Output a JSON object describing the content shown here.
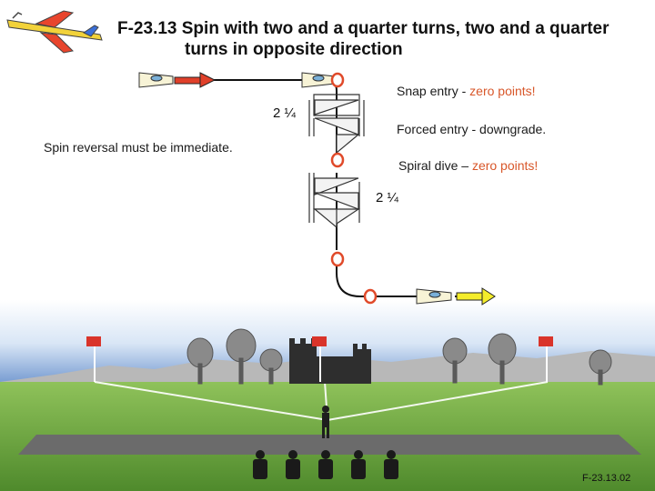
{
  "title": {
    "line1": "F-23.13 Spin with two and a quarter turns, two and a quarter",
    "line2": "turns in opposite direction"
  },
  "notes": {
    "snap_prefix": "Snap entry - ",
    "snap_suffix": "zero points!",
    "forced": "Forced entry - downgrade.",
    "spiral_prefix": "Spiral dive – ",
    "spiral_suffix": "zero points!",
    "reversal": "Spin reversal must be immediate."
  },
  "turns": {
    "first": "2 ¼",
    "second": "2 ¼"
  },
  "figure_code": "F-23.13.02",
  "colors": {
    "entry_arrow": "#e0402a",
    "exit_arrow": "#f4ec2a",
    "marker": "#e04a2a",
    "highlight": "#d8572a",
    "sky_top": "#6e95ce",
    "ground": "#8fc25a"
  }
}
